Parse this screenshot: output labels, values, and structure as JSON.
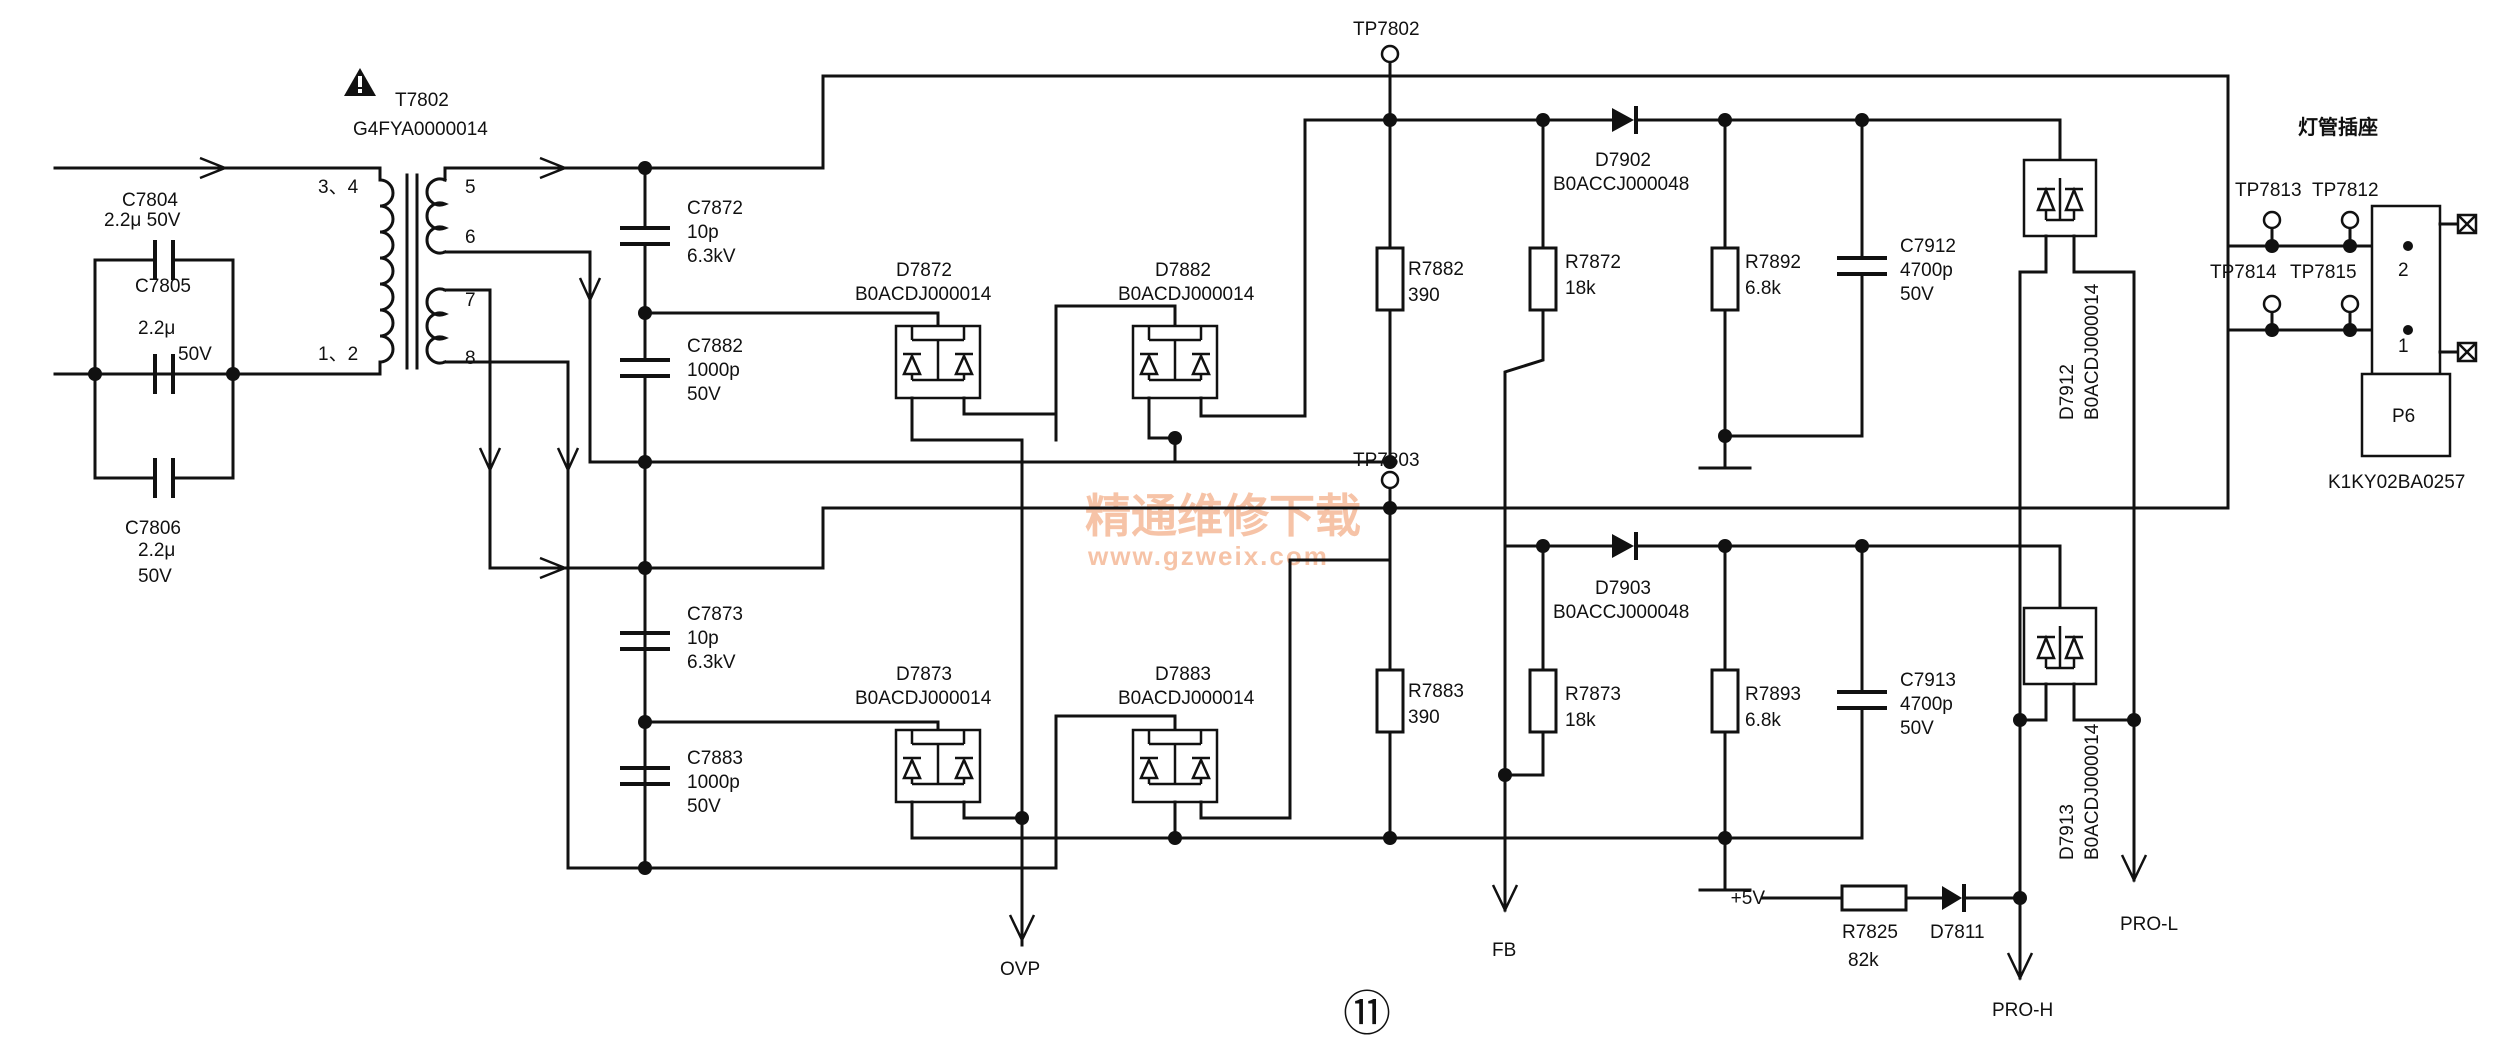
{
  "transformer": {
    "ref": "T7802",
    "part": "G4FYA0000014",
    "primary_top": "3、4",
    "primary_bottom": "1、2",
    "pin5": "5",
    "pin6": "6",
    "pin7": "7",
    "pin8": "8"
  },
  "caps_left": [
    {
      "ref": "C7804",
      "value": "2.2μ 50V",
      "value2": ""
    },
    {
      "ref": "C7805",
      "value": "2.2μ",
      "value2": "50V"
    },
    {
      "ref": "C7806",
      "value": "2.2μ",
      "value2": "50V"
    }
  ],
  "upper": {
    "c_a": {
      "ref": "C7872",
      "v1": "10p",
      "v2": "6.3kV"
    },
    "c_b": {
      "ref": "C7882",
      "v1": "1000p",
      "v2": "50V"
    },
    "d_a": {
      "ref": "D7872",
      "part": "B0ACDJ000014"
    },
    "d_b": {
      "ref": "D7882",
      "part": "B0ACDJ000014"
    },
    "r_a": {
      "ref": "R7882",
      "v": "390"
    },
    "r_b": {
      "ref": "R7872",
      "v": "18k"
    },
    "r_c": {
      "ref": "R7892",
      "v": "6.8k"
    },
    "c_c": {
      "ref": "C7912",
      "v1": "4700p",
      "v2": "50V"
    },
    "d_top": {
      "ref": "D7902",
      "part": "B0ACCJ000048"
    },
    "d_bridge": {
      "ref": "D7912",
      "part": "B0ACDJ000014"
    },
    "tp": "TP7802"
  },
  "lower": {
    "c_a": {
      "ref": "C7873",
      "v1": "10p",
      "v2": "6.3kV"
    },
    "c_b": {
      "ref": "C7883",
      "v1": "1000p",
      "v2": "50V"
    },
    "d_a": {
      "ref": "D7873",
      "part": "B0ACDJ000014"
    },
    "d_b": {
      "ref": "D7883",
      "part": "B0ACDJ000014"
    },
    "r_a": {
      "ref": "R7883",
      "v": "390"
    },
    "r_b": {
      "ref": "R7873",
      "v": "18k"
    },
    "r_c": {
      "ref": "R7893",
      "v": "6.8k"
    },
    "c_c": {
      "ref": "C7913",
      "v1": "4700p",
      "v2": "50V"
    },
    "d_top": {
      "ref": "D7903",
      "part": "B0ACCJ000048"
    },
    "d_bridge": {
      "ref": "D7913",
      "part": "B0ACDJ000014"
    },
    "tp": "TP7803"
  },
  "supply": {
    "label": "+5V",
    "r_ref": "R7825",
    "r_val": "82k",
    "d_ref": "D7811"
  },
  "connector": {
    "title": "灯管插座",
    "ref": "P6",
    "part": "K1KY02BA0257",
    "pin2": "2",
    "pin1": "1",
    "tps": [
      "TP7813",
      "TP7812",
      "TP7814",
      "TP7815"
    ]
  },
  "outputs": {
    "ovp": "OVP",
    "fb": "FB",
    "pro_h": "PRO-H",
    "pro_l": "PRO-L"
  },
  "page_mark": "⑪",
  "watermark": {
    "line1": "精通维修下载",
    "line2": "www.gzweix.com"
  }
}
